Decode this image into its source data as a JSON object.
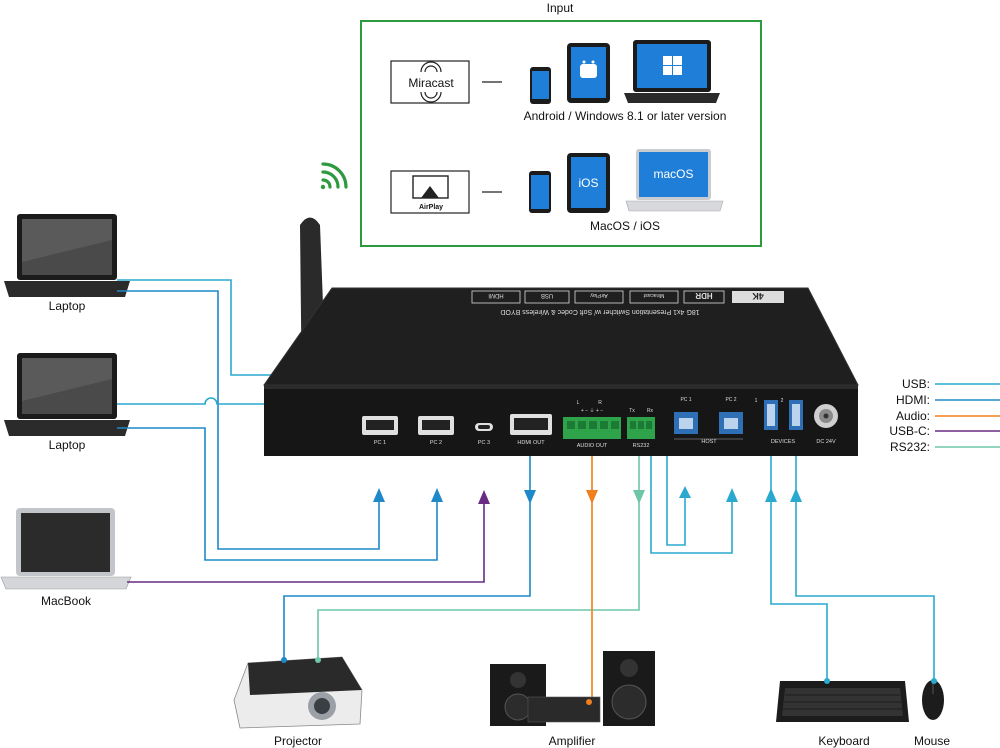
{
  "input_title": "Input",
  "input_box": {
    "miracast_logo": "Miracast",
    "miracast_caption": "Android / Windows 8.1 or later version",
    "airplay_logo": "AirPlay",
    "airplay_caption": "MacOS / iOS",
    "ios_screen": "iOS",
    "macos_screen": "macOS"
  },
  "devices": {
    "laptop1": "Laptop",
    "laptop2": "Laptop",
    "macbook": "MacBook",
    "projector": "Projector",
    "amplifier": "Amplifier",
    "keyboard": "Keyboard",
    "mouse": "Mouse"
  },
  "switcher": {
    "top_text": "18G 4x1 Presentation Switcher w/ Soft Codec & Wireless BYOD",
    "badges": [
      "4K",
      "HDR",
      "Miracast",
      "AirPlay",
      "USB",
      "HDMI"
    ],
    "ports": {
      "pc1": "PC 1",
      "pc2": "PC 2",
      "pc3": "PC 3",
      "hdmi_out": "HDMI OUT",
      "audio_out": "AUDIO OUT",
      "audio_marks_l": "L",
      "audio_marks_r": "R",
      "audio_signs": "+ − ⏚ + −",
      "rs232": "RS232",
      "rs232_tx": "Tx",
      "rs232_rx": "Rx",
      "host_pc1": "PC 1",
      "host_pc2": "PC 2",
      "host": "HOST",
      "dev1": "1",
      "dev2": "2",
      "devices": "DEVICES",
      "dc": "DC 24V"
    }
  },
  "legend": [
    {
      "label": "USB:",
      "color": "#29a9cf"
    },
    {
      "label": "HDMI:",
      "color": "#1e88c8"
    },
    {
      "label": "Audio:",
      "color": "#f07f1d"
    },
    {
      "label": "USB-C:",
      "color": "#6a2c82"
    },
    {
      "label": "RS232:",
      "color": "#6cc7a6"
    }
  ],
  "colors": {
    "box_border": "#2e9a3f",
    "wifi": "#2e9a3f",
    "usb": "#29a9cf",
    "hdmi": "#1e88c8",
    "audio": "#f07f1d",
    "usbc": "#6a2c82",
    "rs232": "#6cc7a6",
    "android_blue": "#1f7fd8",
    "device_body": "#1b1b1b"
  }
}
